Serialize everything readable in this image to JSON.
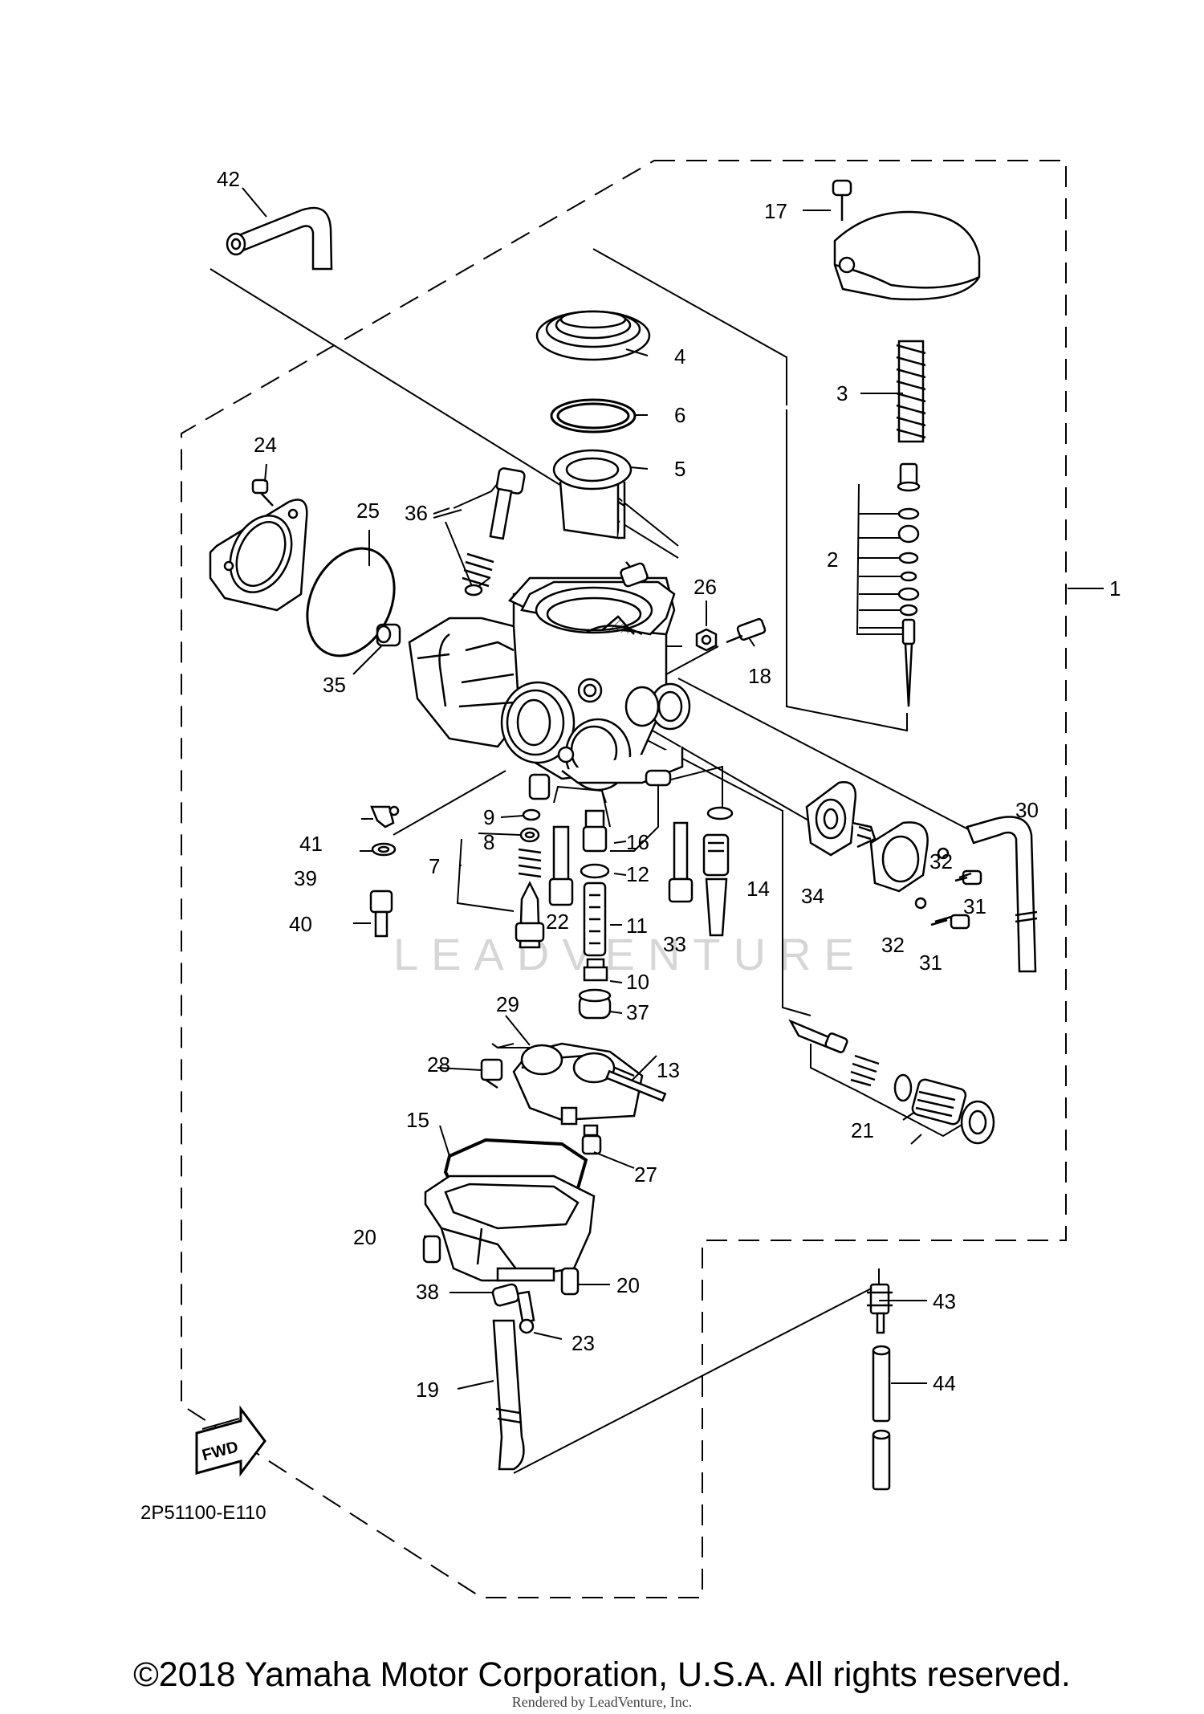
{
  "diagram": {
    "part_number_code": "2P51100-E110",
    "watermark": "LEADVENTURE",
    "fwd_label": "FWD",
    "copyright": "©2018 Yamaha Motor Corporation, U.S.A. All rights reserved.",
    "rendered_by": "Rendered by LeadVenture, Inc.",
    "callouts": {
      "c1": "1",
      "c2": "2",
      "c3": "3",
      "c4": "4",
      "c5": "5",
      "c6": "6",
      "c7": "7",
      "c8": "8",
      "c9": "9",
      "c10": "10",
      "c11": "11",
      "c12": "12",
      "c13": "13",
      "c14": "14",
      "c15": "15",
      "c16": "16",
      "c17": "17",
      "c18": "18",
      "c19": "19",
      "c20a": "20",
      "c20b": "20",
      "c21": "21",
      "c22": "22",
      "c23": "23",
      "c24": "24",
      "c25": "25",
      "c26": "26",
      "c27": "27",
      "c28": "28",
      "c29": "29",
      "c30": "30",
      "c31a": "31",
      "c31b": "31",
      "c32a": "32",
      "c32b": "32",
      "c33": "33",
      "c34": "34",
      "c35": "35",
      "c36": "36",
      "c37": "37",
      "c38": "38",
      "c39": "39",
      "c40": "40",
      "c41": "41",
      "c42": "42",
      "c43": "43",
      "c44": "44"
    }
  }
}
